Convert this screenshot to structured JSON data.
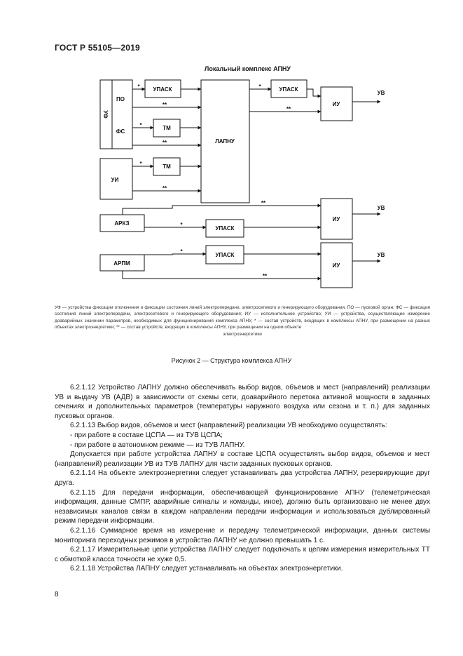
{
  "header": {
    "doc_id": "ГОСТ Р 55105—2019"
  },
  "diagram": {
    "title": "Локальный комплекс АПНУ",
    "blocks": {
      "po": "ПО",
      "fs": "ФС",
      "uf": "УФ",
      "ui": "УИ",
      "upask_1": "УПАСК",
      "tm_1": "ТМ",
      "tm_2": "ТМ",
      "lapnu": "ЛАПНУ",
      "upask_2": "УПАСК",
      "iu_1": "ИУ",
      "ark3": "АРКЗ",
      "upask_3": "УПАСК",
      "iu_2": "ИУ",
      "arpm": "АРПМ",
      "upask_4": "УПАСК",
      "iu_3": "ИУ"
    },
    "outputs": {
      "uv_1": "УВ",
      "uv_2": "УВ",
      "uv_3": "УВ"
    },
    "marks": {
      "single": "*",
      "double": "**"
    }
  },
  "notes": {
    "text": "УФ — устройства фиксации отключения и фиксации состояния линий электропередачи, электросетевого и генерирующего оборудования, ПО — пусковой орган; ФС — фиксация состояния линий электропередачи, электросетевого и генерирующего оборудования; ИУ — исполнительное устройство; УИ — устройства, осуществляющие измерение доаварийных значении параметров, необходимых для функционирования комплекса АПНУ, * — состав устройств, входящих в комплексы АПНУ, при размещении на разных объектах электроэнергетики; ** — состав устройств, входящих в комплексы АПНУ, при размещении на одном объекте",
    "last": "электроэнергетики"
  },
  "caption": "Рисунок 2 — Структура комплекса АПНУ",
  "paragraphs": {
    "p1": "6.2.1.12 Устройство ЛАПНУ должно обеспечивать выбор видов, объемов и мест (направлений) реализации УВ и выдачу УВ (АДВ) в зависимости от схемы сети, доаварийного перетока активной мощности в заданных сечениях и дополнительных параметров (температуры наружного воздуха или сезона и т. п.) для заданных пусковых органов.",
    "p2": "6.2.1.13 Выбор видов, объемов и мест (направлений) реализации УВ необходимо осуществлять:",
    "p3": "- при работе в составе ЦСПА — из ТУВ ЦСПА;",
    "p4": "- при работе в автономном режиме — из ТУВ ЛАПНУ.",
    "p5": "Допускается при работе устройства ЛАПНУ в составе ЦСПА осуществлять выбор видов, объемов и мест (направлений) реализации УВ из ТУВ ЛАПНУ для части заданных пусковых органов.",
    "p6": "6.2.1.14 На объекте электроэнергетики следует устанавливать два устройства ЛАПНУ, резервирующие друг друга.",
    "p7": "6.2.1.15 Для передачи информации, обеспечивающей функционирование АПНУ (телеметрическая информация, данные СМПР, аварийные сигналы и команды, иное), должно быть организовано не менее двух независимых каналов связи в каждом направлении передачи информации и использоваться дублированный режим передачи информации.",
    "p8": "6.2.1.16 Суммарное время на измерение и передачу телеметрической информации, данных системы мониторинга переходных режимов в устройство ЛАПНУ не должно превышать 1 с.",
    "p9": "6.2.1.17 Измерительные цепи устройства ЛАПНУ следует подключать к цепям измерения измерительных ТТ с обмоткой класса точности не хуже 0,5.",
    "p10": "6.2.1.18 Устройства ЛАПНУ следует устанавливать на объектах электроэнергетики."
  },
  "page_number": "8"
}
